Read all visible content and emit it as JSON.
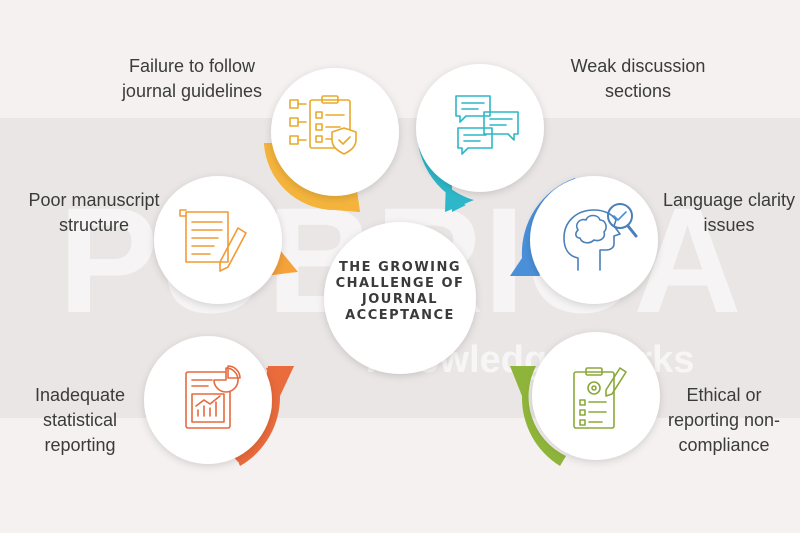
{
  "watermark": {
    "brand": "PUBRICA",
    "tagline": "Knowledge Works"
  },
  "center": {
    "title": "THE GROWING CHALLENGE OF JOURNAL ACCEPTANCE"
  },
  "items": [
    {
      "label": "Failure to follow journal guidelines",
      "color": "#f4b43c",
      "icon": "clipboard-checklist-shield-icon"
    },
    {
      "label": "Weak discussion sections",
      "color": "#2db7c8",
      "icon": "speech-bubbles-icon"
    },
    {
      "label": "Poor manuscript structure",
      "color": "#f5a23a",
      "icon": "document-pen-icon"
    },
    {
      "label": "Language clarity issues",
      "color": "#4a90d9",
      "icon": "brain-head-magnifier-icon"
    },
    {
      "label": "Inadequate statistical reporting",
      "color": "#ea6b3c",
      "icon": "report-chart-icon"
    },
    {
      "label": "Ethical or reporting non-compliance",
      "color": "#8fb43a",
      "icon": "clipboard-gear-icon"
    }
  ]
}
